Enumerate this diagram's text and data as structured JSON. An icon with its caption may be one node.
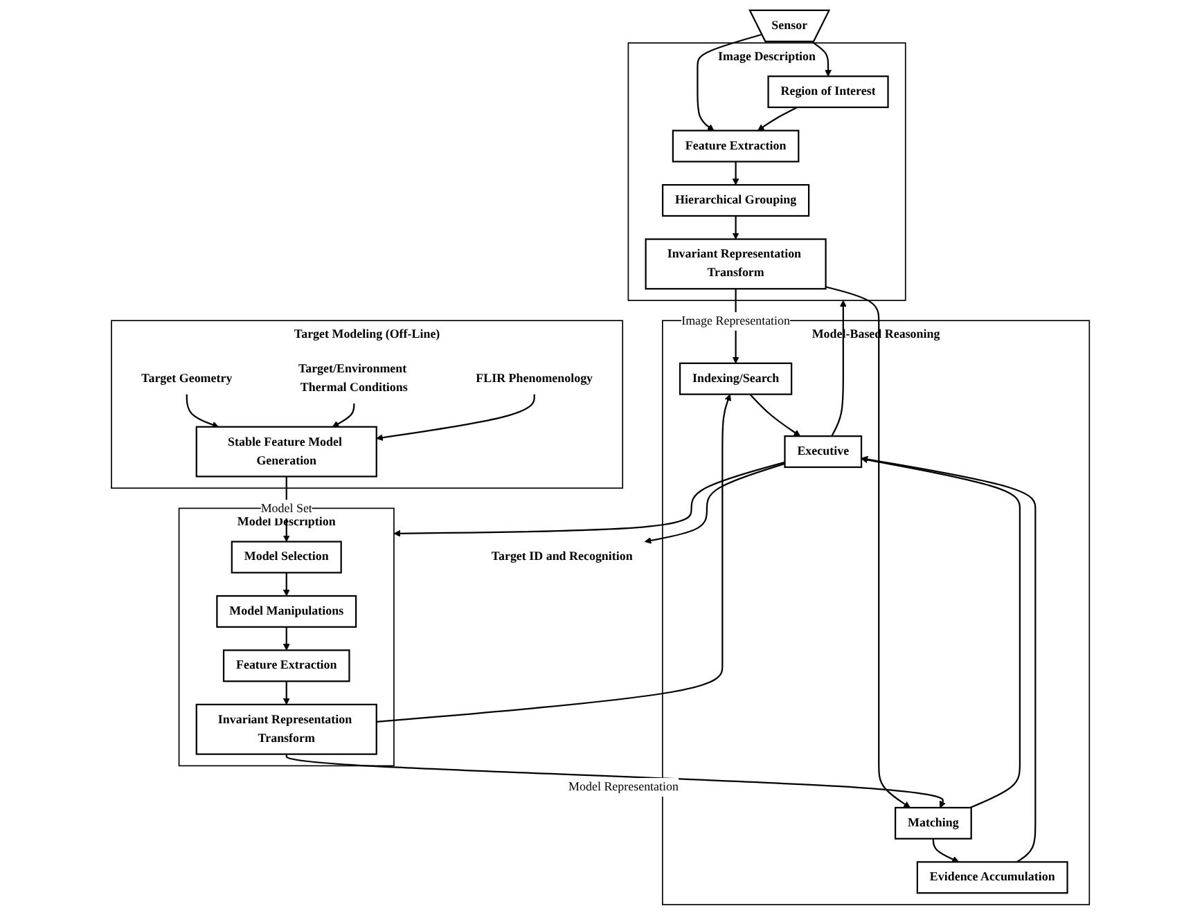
{
  "diagram": {
    "nodes": [
      {
        "text": [
          "Sensor"
        ]
      },
      {
        "text": [
          "Image Description"
        ]
      },
      {
        "text": [
          "Region of Interest"
        ],
        "in": 1
      },
      {
        "text": [
          "Feature Extraction"
        ],
        "in": 1
      },
      {
        "text": [
          "Hierarchical Grouping"
        ],
        "in": 1
      },
      {
        "text": [
          "Invariant Representation Transform"
        ],
        "in": 1
      },
      {
        "text": [
          "Target Modeling (Off-Line)"
        ]
      },
      {
        "text": [
          "Target Geometry"
        ],
        "in": 6
      },
      {
        "text": [
          "Target/Environment Thermal Conditions"
        ],
        "in": 6
      },
      {
        "text": [
          "FLIR Phenomenology"
        ],
        "in": 6
      },
      {
        "text": [
          "Stable Feature Model Generation"
        ],
        "in": 6
      },
      {
        "text": [
          "Model Description"
        ]
      },
      {
        "text": [
          "Model Selection"
        ],
        "in": 11
      },
      {
        "text": [
          "Model Manipulations"
        ],
        "in": 11
      },
      {
        "text": [
          "Feature Extraction"
        ],
        "in": 11
      },
      {
        "text": [
          "Invariant Representation Transform"
        ],
        "in": 11
      },
      {
        "text": [
          "Model-Based Reasoning"
        ]
      },
      {
        "text": [
          "Indexing/Search"
        ],
        "in": 16
      },
      {
        "text": [
          "Evidence Accumulation"
        ],
        "in": 16
      },
      {
        "text": [
          "Matching"
        ],
        "in": 16
      },
      {
        "text": [
          "Executive"
        ],
        "in": 16
      },
      {
        "text": [
          "Target ID and Recognition"
        ]
      }
    ],
    "edges": [
      {
        "from": 0,
        "to": 2,
        "arrow": "to"
      },
      {
        "from": 0,
        "to": 3,
        "arrow": "to"
      },
      {
        "from": 2,
        "to": 3,
        "arrow": "to"
      },
      {
        "from": 3,
        "to": 4,
        "arrow": "to"
      },
      {
        "from": 4,
        "to": 5,
        "arrow": "to"
      },
      {
        "from": 7,
        "to": 10,
        "arrow": "to"
      },
      {
        "from": 8,
        "to": 10,
        "arrow": "to"
      },
      {
        "from": 9,
        "to": 10,
        "arrow": "to"
      },
      {
        "from": 10,
        "to": 12,
        "arrow": "to",
        "label": "Model Set"
      },
      {
        "from": 12,
        "to": 13,
        "arrow": "to"
      },
      {
        "from": 13,
        "to": 14,
        "arrow": "to"
      },
      {
        "from": 14,
        "to": 15,
        "arrow": "to"
      },
      {
        "from": 5,
        "to": 17,
        "arrow": "to",
        "label": "Image Representation"
      },
      {
        "from": 5,
        "to": 19,
        "arrow": "to"
      },
      {
        "from": 15,
        "to": 17,
        "arrow": "to"
      },
      {
        "from": 15,
        "to": 19,
        "arrow": "to",
        "label": "Model Representation"
      },
      {
        "from": 19,
        "to": 18,
        "arrow": "to"
      },
      {
        "from": 17,
        "to": 20,
        "arrow": "to"
      },
      {
        "from": 18,
        "to": 20,
        "arrow": "to"
      },
      {
        "from": 19,
        "to": 20,
        "arrow": "to"
      },
      {
        "from": 20,
        "to": 21,
        "arrow": "to"
      },
      {
        "from": 20,
        "to": 1,
        "arrow": "to"
      },
      {
        "from": 20,
        "to": 11,
        "arrow": "to"
      }
    ]
  }
}
